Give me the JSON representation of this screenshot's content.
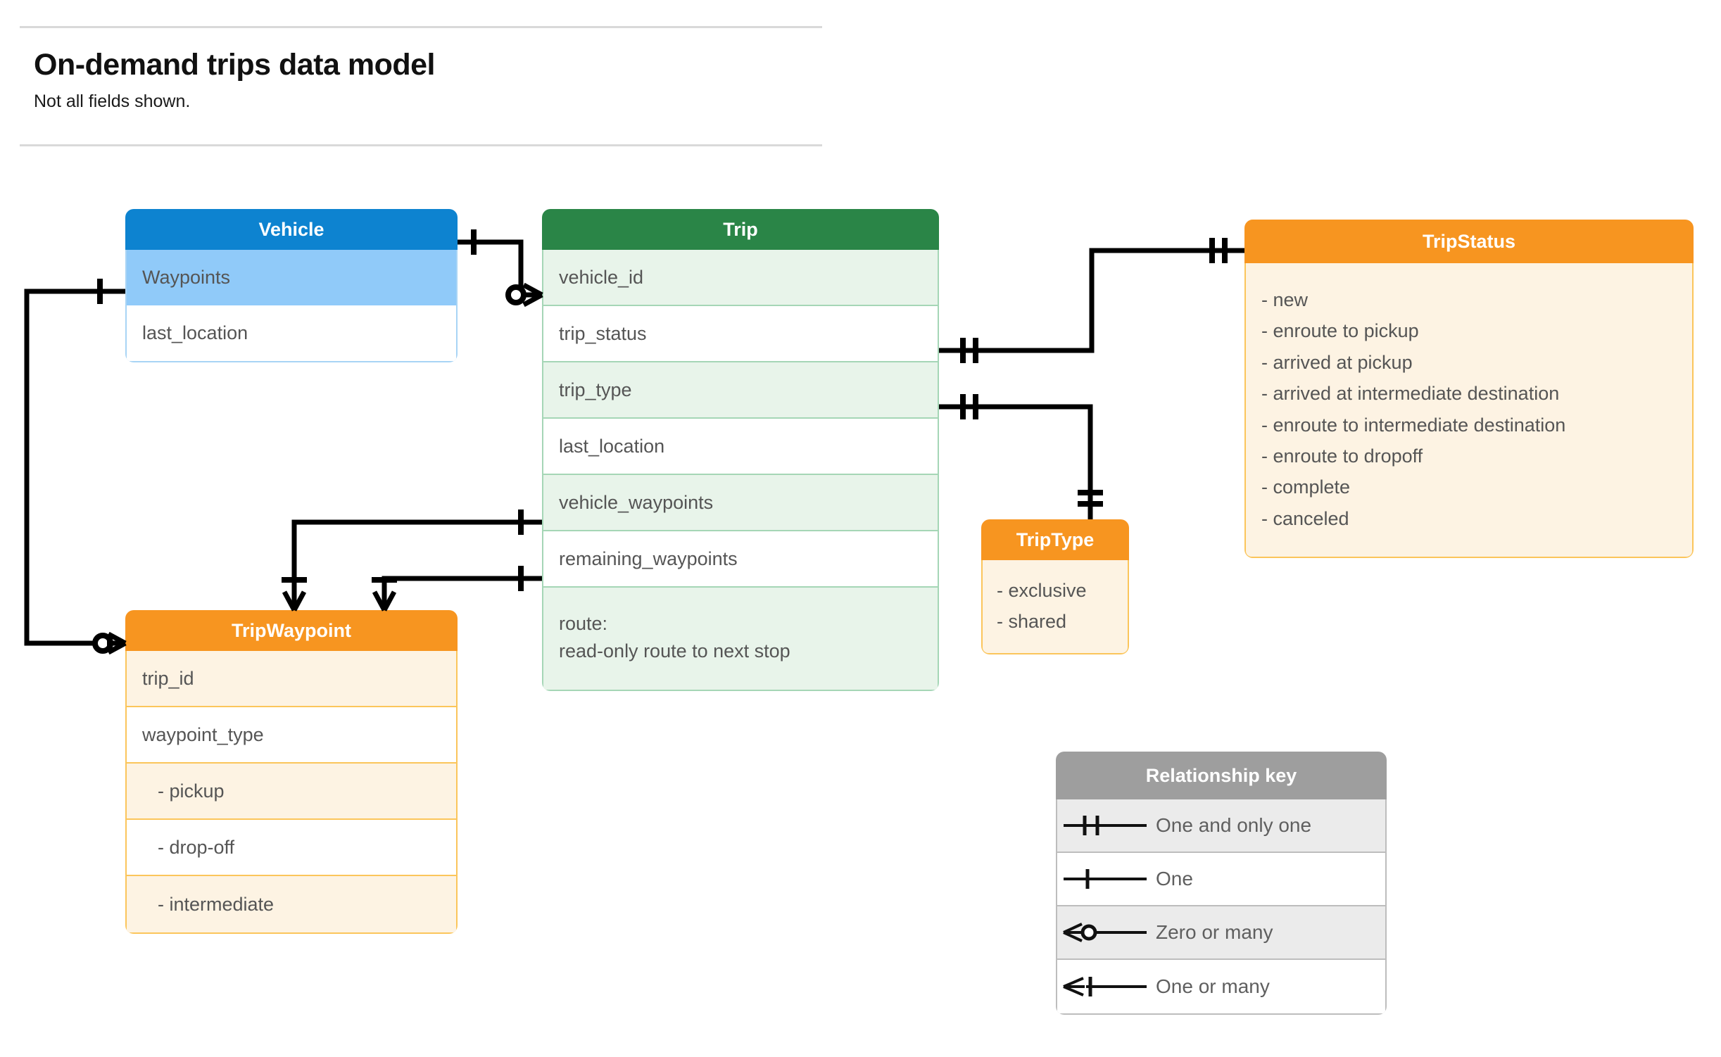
{
  "header": {
    "title": "On-demand trips data model",
    "subtitle": "Not all fields shown."
  },
  "entities": {
    "vehicle": {
      "title": "Vehicle",
      "header_color": "#0d83d0",
      "fields": [
        {
          "label": "Waypoints"
        },
        {
          "label": "last_location"
        }
      ]
    },
    "trip": {
      "title": "Trip",
      "header_color": "#2a8547",
      "fields": [
        {
          "label": "vehicle_id"
        },
        {
          "label": "trip_status"
        },
        {
          "label": "trip_type"
        },
        {
          "label": "last_location"
        },
        {
          "label": "vehicle_waypoints"
        },
        {
          "label": "remaining_waypoints"
        }
      ],
      "route_line1": "route:",
      "route_line2": "read-only route to next stop"
    },
    "trip_status": {
      "title": "TripStatus",
      "header_color": "#f79520",
      "values": [
        "- new",
        "- enroute to pickup",
        "- arrived at pickup",
        "- arrived at intermediate destination",
        "- enroute to intermediate destination",
        "- enroute to dropoff",
        "- complete",
        "- canceled"
      ]
    },
    "trip_type": {
      "title": "TripType",
      "header_color": "#f79520",
      "values": [
        "- exclusive",
        "- shared"
      ]
    },
    "trip_waypoint": {
      "title": "TripWaypoint",
      "header_color": "#f79520",
      "fields": [
        {
          "label": "trip_id"
        },
        {
          "label": "waypoint_type"
        },
        {
          "label": "-  pickup"
        },
        {
          "label": "-  drop-off"
        },
        {
          "label": "-  intermediate"
        }
      ]
    }
  },
  "relationship_key": {
    "title": "Relationship key",
    "header_color": "#9e9e9e",
    "rows": [
      {
        "symbol": "one-and-only-one",
        "label": "One and only one"
      },
      {
        "symbol": "one",
        "label": "One"
      },
      {
        "symbol": "zero-or-many",
        "label": "Zero or many"
      },
      {
        "symbol": "one-or-many",
        "label": "One or many"
      }
    ]
  },
  "relationships": [
    {
      "from": "Vehicle",
      "from_cardinality": "one",
      "to": "Trip.vehicle_id",
      "to_cardinality": "zero-or-many"
    },
    {
      "from": "Vehicle.Waypoints",
      "from_cardinality": "one",
      "to": "TripWaypoint",
      "to_cardinality": "zero-or-many"
    },
    {
      "from": "Trip.trip_status",
      "from_cardinality": "one-and-only-one",
      "to": "TripStatus",
      "to_cardinality": "one-and-only-one"
    },
    {
      "from": "Trip.trip_type",
      "from_cardinality": "one-and-only-one",
      "to": "TripType",
      "to_cardinality": "one-and-only-one"
    },
    {
      "from": "Trip.vehicle_waypoints",
      "from_cardinality": "one",
      "to": "TripWaypoint",
      "to_cardinality": "one-or-many"
    },
    {
      "from": "Trip.remaining_waypoints",
      "from_cardinality": "one",
      "to": "TripWaypoint",
      "to_cardinality": "one-or-many"
    }
  ]
}
